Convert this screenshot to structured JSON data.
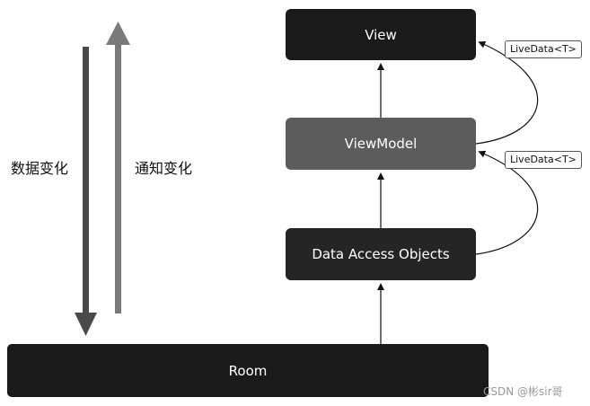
{
  "diagram": {
    "nodes": {
      "view": "View",
      "viewmodel": "ViewModel",
      "dao": "Data Access Objects",
      "room": "Room"
    },
    "livedata_tags": {
      "top": "LiveData<T>",
      "bottom": "LiveData<T>"
    },
    "side_labels": {
      "data_change": "数据变化",
      "notify_change": "通知变化"
    },
    "colors": {
      "dark_box": "#1a1a1a",
      "viewmodel_box": "#5c5c5c",
      "down_arrow": "#4a4a4a",
      "up_arrow": "#7a7a7a"
    }
  },
  "watermark": "CSDN @彬sir哥"
}
